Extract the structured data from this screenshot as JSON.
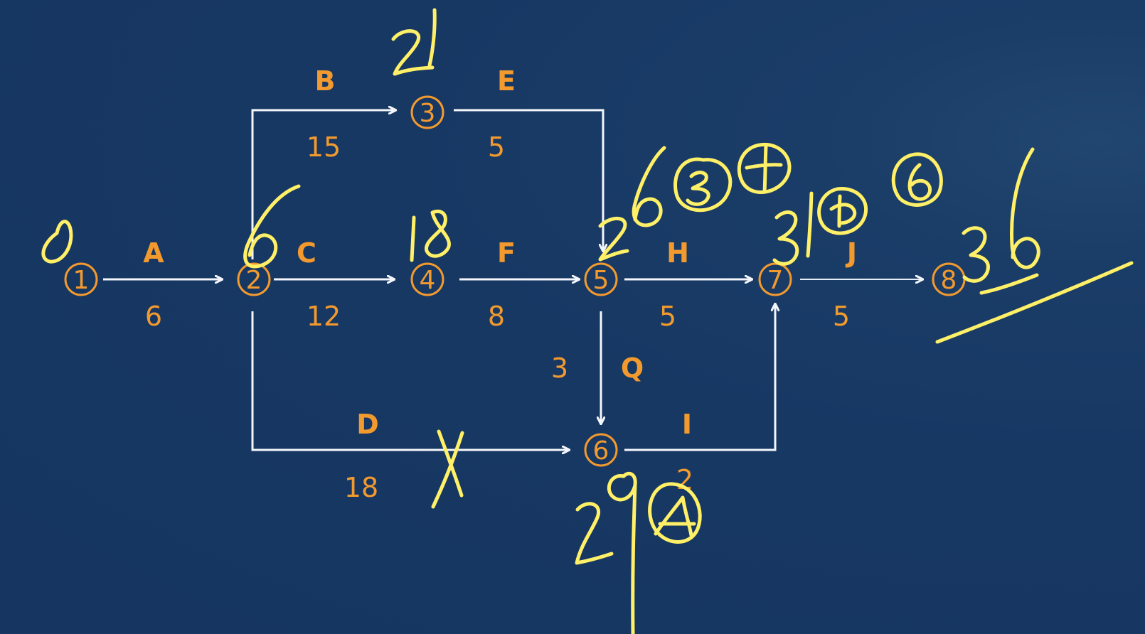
{
  "diagram": {
    "nodes": [
      "1",
      "2",
      "3",
      "4",
      "5",
      "6",
      "7",
      "8"
    ],
    "activities": [
      {
        "name": "A",
        "duration": "6"
      },
      {
        "name": "B",
        "duration": "15"
      },
      {
        "name": "C",
        "duration": "12"
      },
      {
        "name": "D",
        "duration": "18"
      },
      {
        "name": "E",
        "duration": "5"
      },
      {
        "name": "F",
        "duration": "8"
      },
      {
        "name": "H",
        "duration": "5"
      },
      {
        "name": "Q",
        "duration": "3"
      },
      {
        "name": "I",
        "duration": "2"
      },
      {
        "name": "J",
        "duration": "5"
      }
    ]
  },
  "annotations": {
    "node1": "0",
    "node2": "6",
    "node3": "21",
    "node4": "18",
    "node5": "26",
    "node6": "29",
    "node7": "31",
    "node8": "36"
  },
  "colors": {
    "background": "#173863",
    "arrows": "#f4f6fb",
    "labels": "#f39a2f",
    "handwriting": "#fff067"
  }
}
